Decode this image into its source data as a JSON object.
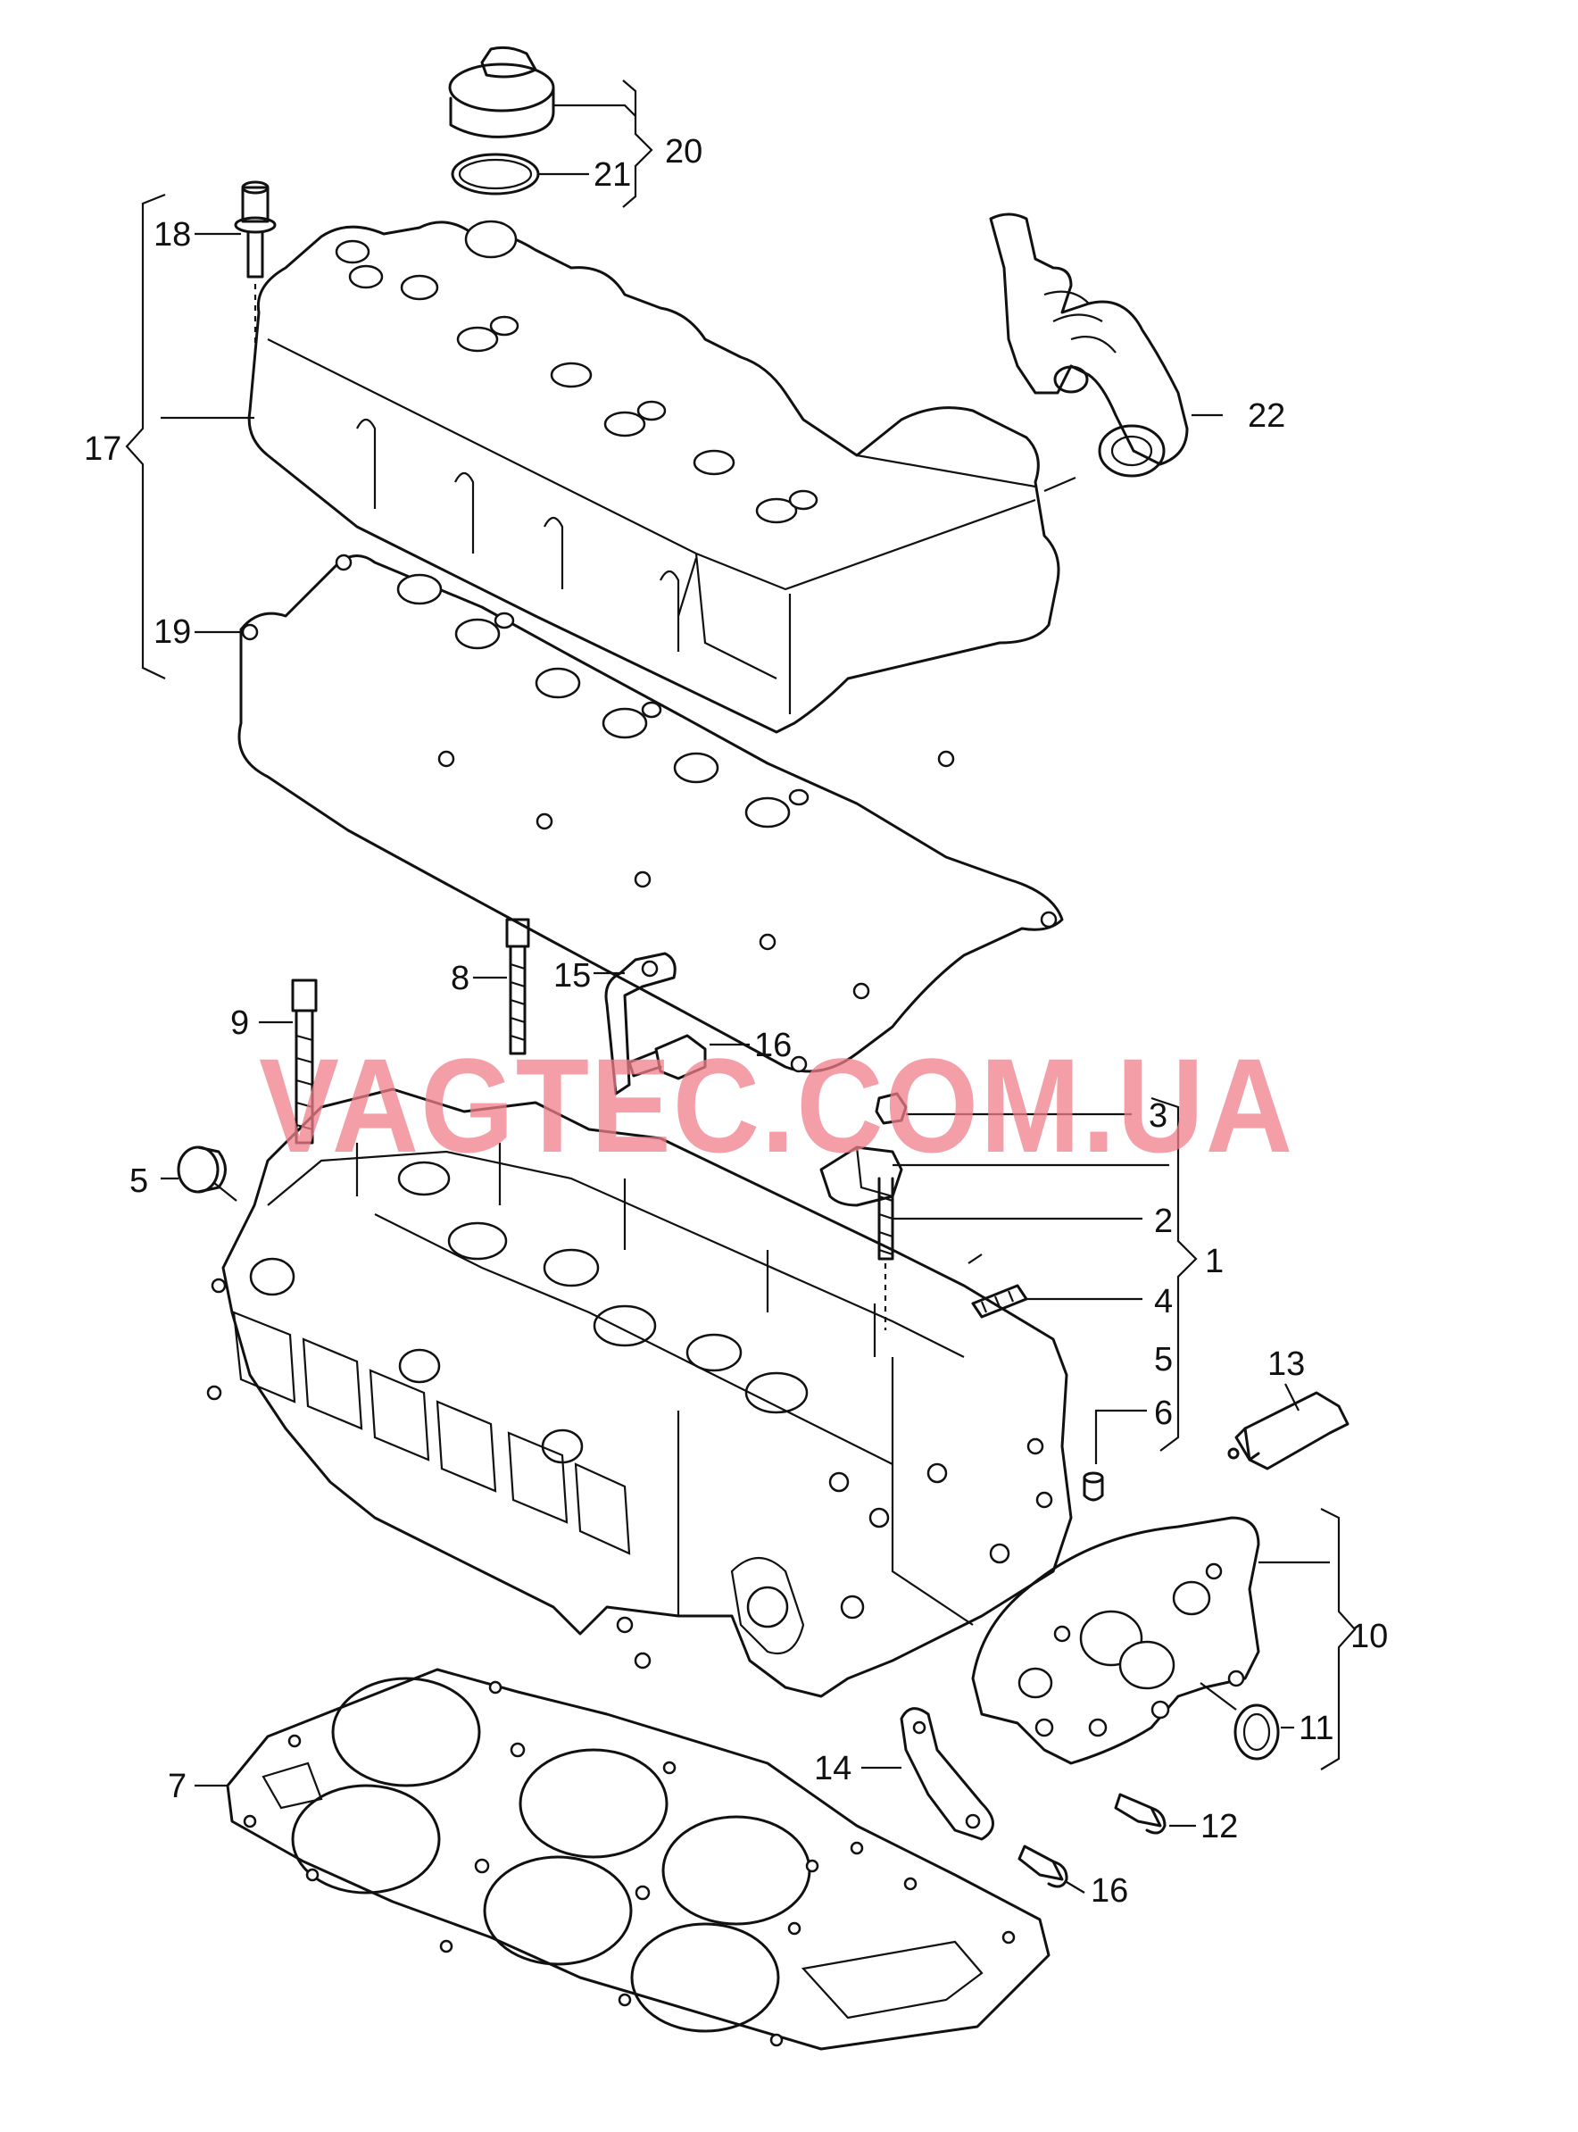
{
  "watermark": "VAGTEC.COM.UA",
  "accent_color": "#f07f8a",
  "callouts": [
    "1",
    "2",
    "3",
    "4",
    "5",
    "5",
    "6",
    "7",
    "8",
    "9",
    "10",
    "11",
    "12",
    "13",
    "14",
    "15",
    "16",
    "16",
    "17",
    "18",
    "19",
    "20",
    "21",
    "22"
  ],
  "parts": [
    "oil-filler-cap",
    "cap-seal-ring",
    "cylinder-head-cover",
    "cover-bolt",
    "cover-gasket",
    "breather-hose",
    "cylinder-head",
    "head-gasket",
    "head-bolt",
    "bolt",
    "bracket",
    "screw",
    "sealing-plug",
    "stud",
    "dowel-pin",
    "cover-plate",
    "shaft-seal",
    "sealant-tube",
    "guide-rail"
  ]
}
